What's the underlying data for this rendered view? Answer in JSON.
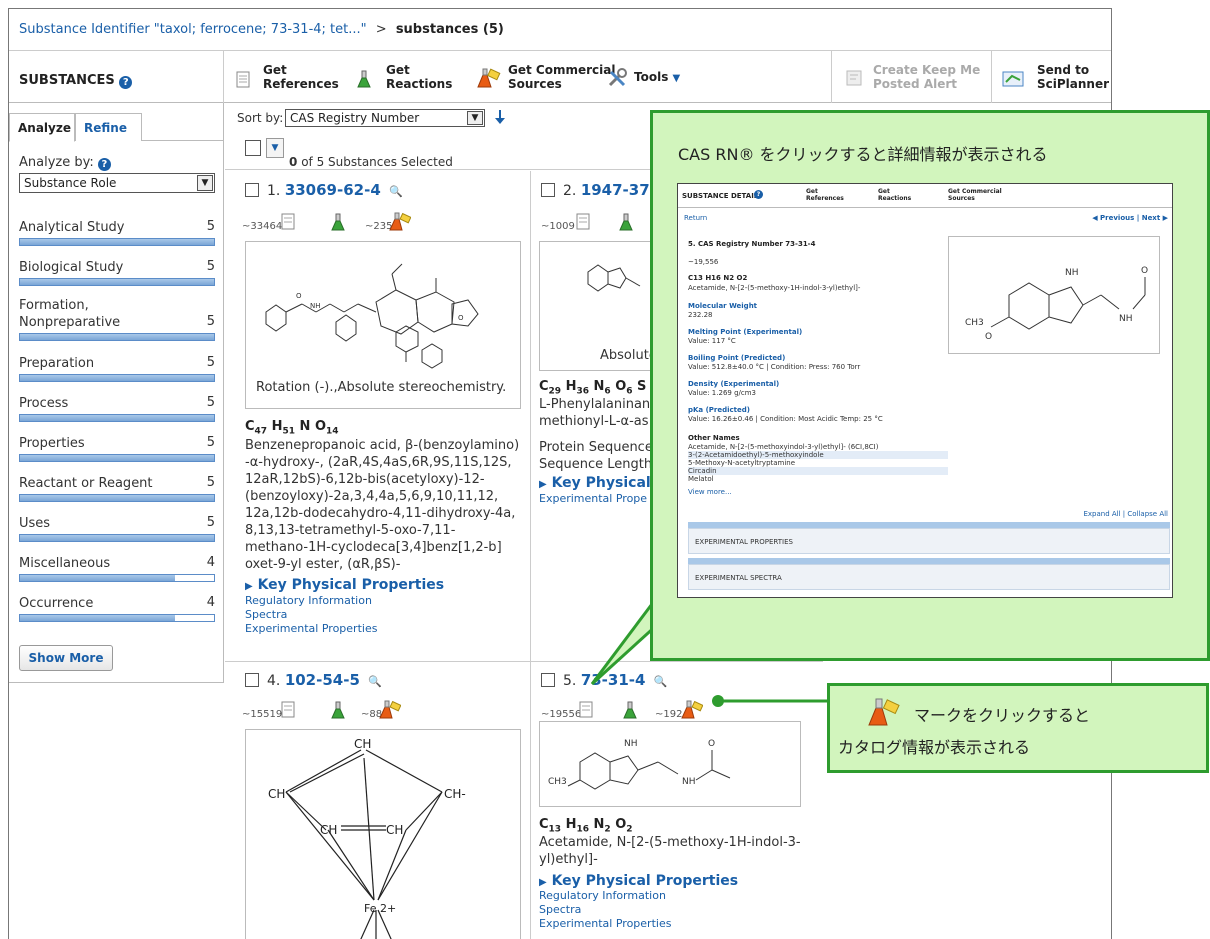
{
  "breadcrumb": {
    "query": "Substance Identifier \"taxol; ferrocene; 73-31-4; tet...\"",
    "sep": ">",
    "current": "substances (5)"
  },
  "toolbar": {
    "title": "SUBSTANCES",
    "get_references": [
      "Get",
      "References"
    ],
    "get_reactions": [
      "Get",
      "Reactions"
    ],
    "get_commercial": [
      "Get Commercial",
      "Sources"
    ],
    "tools": "Tools",
    "keep_me_posted": [
      "Create Keep Me",
      "Posted Alert"
    ],
    "send_to": [
      "Send to",
      "SciPlanner"
    ]
  },
  "sidebar": {
    "tabs": [
      "Analyze",
      "Refine"
    ],
    "analyze_by_label": "Analyze by:",
    "analyze_by_value": "Substance Role",
    "roles": [
      {
        "label": "Analytical Study",
        "count": "5",
        "fill": 1.0
      },
      {
        "label": "Biological Study",
        "count": "5",
        "fill": 1.0
      },
      {
        "label": "Formation,\nNonpreparative",
        "count": "5",
        "fill": 1.0
      },
      {
        "label": "Preparation",
        "count": "5",
        "fill": 1.0
      },
      {
        "label": "Process",
        "count": "5",
        "fill": 1.0
      },
      {
        "label": "Properties",
        "count": "5",
        "fill": 1.0
      },
      {
        "label": "Reactant or Reagent",
        "count": "5",
        "fill": 1.0
      },
      {
        "label": "Uses",
        "count": "5",
        "fill": 1.0
      },
      {
        "label": "Miscellaneous",
        "count": "4",
        "fill": 0.8
      },
      {
        "label": "Occurrence",
        "count": "4",
        "fill": 0.8
      }
    ],
    "show_more": "Show More"
  },
  "sort": {
    "label": "Sort by:",
    "value": "CAS Registry Number"
  },
  "selection": {
    "text": "of 5 Substances Selected",
    "count": "0"
  },
  "cards": {
    "c1": {
      "num": "1.",
      "rn": "33069-62-4",
      "refs": "~33464",
      "sources": "~235",
      "caption": "Rotation (-).,Absolute stereochemistry.",
      "formula": "C47 H51 N O14",
      "desc": [
        "Benzenepropanoic acid, β-(benzoylamino)",
        "-α-hydroxy-, (2aR,4S,4aS,6R,9S,11S,12S,",
        "12aR,12bS)-6,12b-bis(acetyloxy)-12-",
        "(benzoyloxy)-2a,3,4,4a,5,6,9,10,11,12,",
        "12a,12b-dodecahydro-4,11-dihydroxy-4a,",
        "8,13,13-tetramethyl-5-oxo-7,11-",
        "methano-1H-cyclodeca[3,4]benz[1,2-b]",
        "oxet-9-yl ester, (αR,βS)-"
      ],
      "kpp": "Key Physical Properties",
      "links": [
        "Regulatory Information",
        "Spectra",
        "Experimental Properties"
      ]
    },
    "c2": {
      "num": "2.",
      "rn": "1947-37",
      "refs": "~1009",
      "caption": "Absolute",
      "formula": "C29 H36 N6 O6 S",
      "desc": [
        "L-Phenylalaninan",
        "methionyl-L-α-as"
      ],
      "seq": [
        "Protein Sequence",
        "Sequence Length"
      ],
      "kpp": "Key Physical",
      "links": [
        "Experimental Prope"
      ]
    },
    "c4": {
      "num": "4.",
      "rn": "102-54-5",
      "refs": "~15519",
      "sources": "~88",
      "atoms": [
        "CH",
        "CH",
        "CH-",
        "CH",
        "CH",
        "Fe 2+"
      ]
    },
    "c5": {
      "num": "5.",
      "rn": "73-31-4",
      "refs": "~19556",
      "sources": "~192",
      "formula": "C13 H16 N2 O2",
      "desc": [
        "Acetamide, N-[2-(5-methoxy-1H-indol-3-",
        "yl)ethyl]-"
      ],
      "kpp": "Key Physical Properties",
      "links": [
        "Regulatory Information",
        "Spectra",
        "Experimental Properties"
      ],
      "atoms": [
        "NH",
        "CH3",
        "NH",
        "O"
      ]
    }
  },
  "callout": {
    "title": "CAS RN® をクリックすると詳細情報が表示される",
    "detail": {
      "header": "SUBSTANCE DETAIL",
      "btn_refs": [
        "Get",
        "References"
      ],
      "btn_rxn": [
        "Get",
        "Reactions"
      ],
      "btn_comm": [
        "Get Commercial",
        "Sources"
      ],
      "return": "Return",
      "prevnext": "◀ Previous | Next ▶",
      "rn_line": "5. CAS Registry Number 73-31-4",
      "mini_counts": "~19,556",
      "formula": "C13 H16 N2 O2",
      "name": "Acetamide, N-[2-(5-methoxy-1H-indol-3-yl)ethyl]-",
      "mw_label": "Molecular Weight",
      "mw": "232.28",
      "mp_label": "Melting Point (Experimental)",
      "mp": "Value: 117 °C",
      "bp_label": "Boiling Point (Predicted)",
      "bp": "Value: 512.8±40.0 °C | Condition: Press: 760 Torr",
      "dens_label": "Density (Experimental)",
      "dens": "Value: 1.269 g/cm3",
      "pka_label": "pKa (Predicted)",
      "pka": "Value: 16.26±0.46 | Condition: Most Acidic Temp: 25 °C",
      "other_label": "Other Names",
      "other": [
        "Acetamide, N-[2-(5-methoxyindol-3-yl)ethyl]- (6CI,8CI)",
        "3-(2-Acetamidoethyl)-5-methoxyindole",
        "5-Methoxy-N-acetyltryptamine",
        "Circadin",
        "Melatol"
      ],
      "view_more": "View more...",
      "expand": "Expand All | Collapse All",
      "sections": [
        "EXPERIMENTAL PROPERTIES",
        "EXPERIMENTAL SPECTRA"
      ],
      "atoms": [
        "NH",
        "CH3",
        "O",
        "NH",
        "O"
      ]
    }
  },
  "note": {
    "line1": "マークをクリックすると",
    "line2": "カタログ情報が表示される"
  },
  "colors": {
    "link": "#1a5fa8",
    "callout_bg": "#d2f5bd",
    "callout_border": "#2e9c2e",
    "bar": "#7aa6d6"
  }
}
